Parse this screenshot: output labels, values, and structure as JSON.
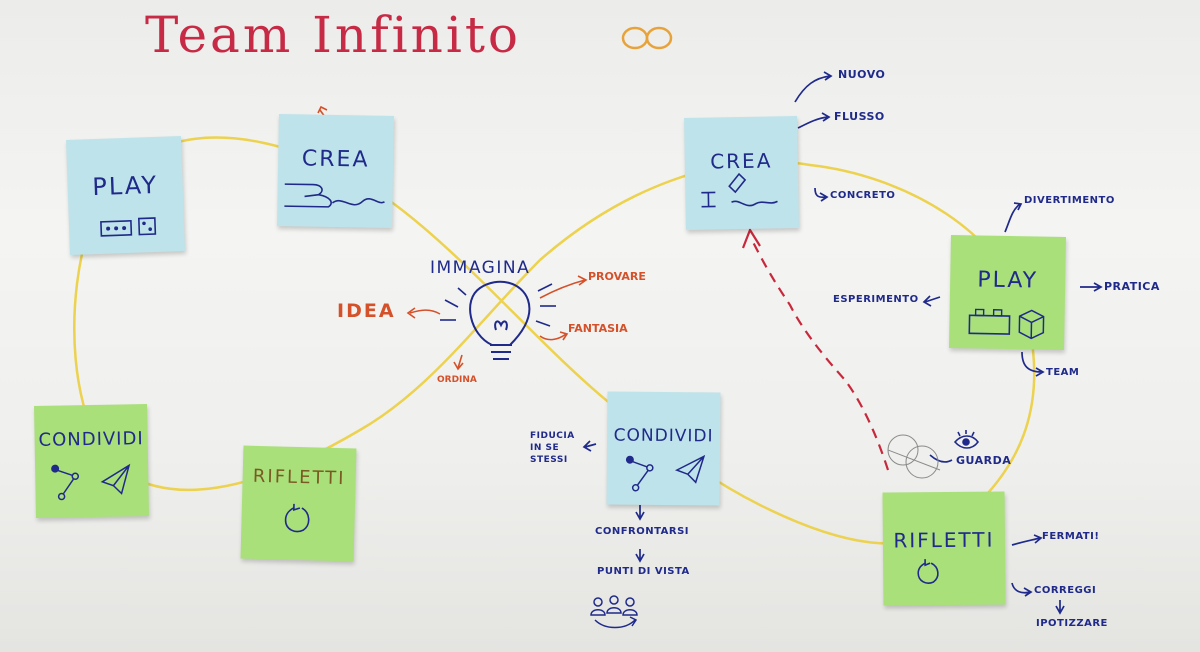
{
  "title": "Team Infinito",
  "notes": {
    "play_left": "PLAY",
    "crea_left": "CREA",
    "condividi_left": "CONDIVIDI",
    "rifletti_left": "RIFLETTI",
    "crea_right": "CREA",
    "play_right": "PLAY",
    "condividi_center": "CONDIVIDI",
    "rifletti_right": "RIFLETTI"
  },
  "center": {
    "immagina": "IMMAGINA",
    "idea": "IDEA",
    "provare": "PROVARE",
    "fantasia": "FANTASIA",
    "ordina": "ORDINA"
  },
  "annotations": {
    "nuovo": "NUOVO",
    "flusso": "FLUSSO",
    "concreto": "CONCRETO",
    "divertimento": "DIVERTIMENTO",
    "pratica": "PRATICA",
    "esperimento": "ESPERIMENTO",
    "team": "TEAM",
    "guarda": "GUARDA",
    "fermati": "FERMATI!",
    "correggi": "CORREGGI",
    "ipotizzare": "IPOTIZZARE",
    "fiducia": "FIDUCIA IN SE STESSI",
    "confrontarsi": "CONFRONTARSI",
    "punti_di_vista": "PUNTI DI VISTA"
  },
  "colors": {
    "infinity_line": "#ecd24e",
    "title": "#c62a45",
    "marker_navy": "#1f2a8a",
    "marker_orange": "#d4512a",
    "dashed_arrow": "#c8283c",
    "note_blue": "#bfe3ea",
    "note_green": "#a9e07a"
  }
}
